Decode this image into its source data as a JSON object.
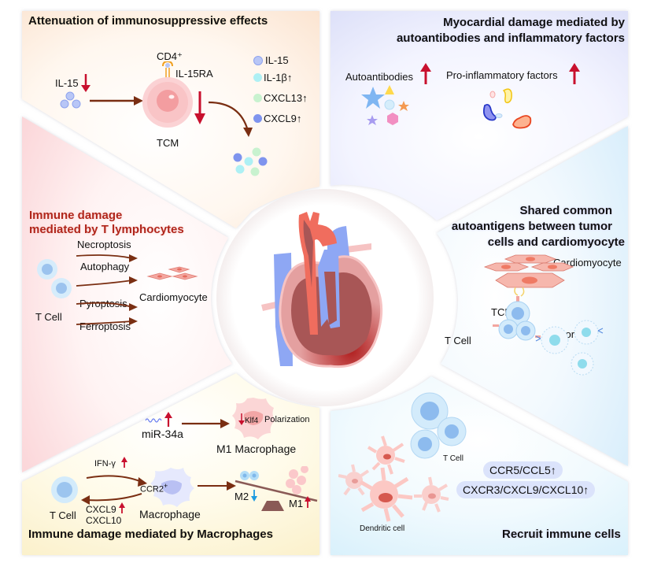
{
  "panels": {
    "immunosuppressive": {
      "title": "Attenuation of immunosuppressive effects",
      "il15_label": "IL-15",
      "cd4_label": "CD4⁺",
      "il15ra_label": "IL-15RA",
      "tcm_label": "TCM",
      "legend": [
        {
          "label": "IL-15",
          "color": "#9fb3f2"
        },
        {
          "label": "IL-1β↑",
          "color": "#aef0f4"
        },
        {
          "label": "CXCL13↑",
          "color": "#c8f2cf"
        },
        {
          "label": "CXCL9↑",
          "color": "#7f94ee"
        }
      ]
    },
    "myocardial_damage": {
      "title_line1": "Myocardial damage mediated by",
      "title_line2": "autoantibodies and inflammatory factors",
      "autoantibodies_label": "Autoantibodies",
      "proinflammatory_label": "Pro-inflammatory factors"
    },
    "t_lymphocytes": {
      "title_line1": "Immune damage",
      "title_line2": "mediated by T lymphocytes",
      "pathways": [
        "Necroptosis",
        "Autophagy",
        "Pyroptosis",
        "Ferroptosis"
      ],
      "tcell_label": "T Cell",
      "cardiomyocyte_label": "Cardiomyocyte"
    },
    "shared_autoantigens": {
      "title_line1": "Shared common",
      "title_line2": "autoantigens between tumor",
      "title_line3": "cells and cardiomyocyte",
      "cardiomyocyte_label": "Cardiomyocyte",
      "tcr_label": "TCR",
      "tcell_label": "T Cell",
      "tumor_label": "Tumor cell"
    },
    "macrophages": {
      "title": "Immune damage mediated by Macrophages",
      "mir_label": "miR-34a",
      "klf4_label": "Klf4",
      "polarization_label": "Polarization",
      "m1_macrophage_label": "M1 Macrophage",
      "ifn_label": "IFN-γ",
      "tcell_label": "T Cell",
      "cxcl9_label": "CXCL9",
      "cxcl10_label": "CXCL10",
      "ccr2_label": "CCR2",
      "ccr2_sup": "+",
      "macrophage_label": "Macrophage",
      "m2_label": "M2",
      "m1_label": "M1"
    },
    "recruit": {
      "title": "Recruit immune cells",
      "tcell_label": "T Cell",
      "dendritic_label": "Dendritic cell",
      "chemokines": [
        "CCR5/CCL5↑",
        "CXCR3/CXCL9/CXCL10↑"
      ]
    }
  },
  "colors": {
    "up_arrow": "#c8102e",
    "down_arrow_red": "#c8102e",
    "down_arrow_blue": "#1e9be0",
    "flow_arrow": "#7a2e12"
  }
}
